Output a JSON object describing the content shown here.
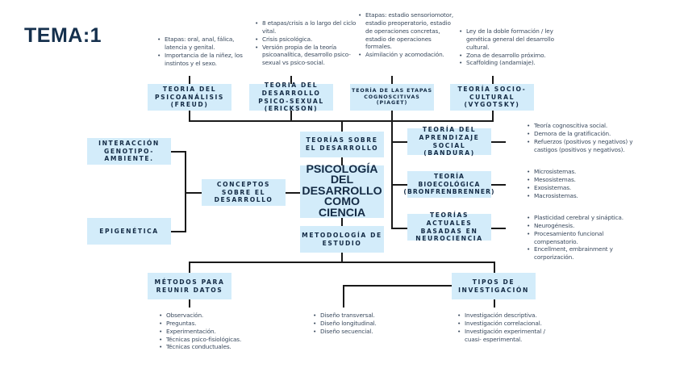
{
  "title": "TEMA:1",
  "center": {
    "main": "PSICOLOGÍA DEL DESARROLLO COMO CIENCIA",
    "theories": "TEORÍAS SOBRE EL DESARROLLO",
    "methodology": "METODOLOGÍA DE ESTUDIO",
    "concepts": "CONCEPTOS SOBRE EL DESARROLLO"
  },
  "concepts": [
    {
      "label": "INTERACCIÓN GENOTIPO-AMBIENTE."
    },
    {
      "label": "EPIGENÉTICA"
    }
  ],
  "top_theories": [
    {
      "label": "TEORIA DEL PSICOANÁLISIS (FREUD)",
      "notes": [
        "Etapas: oral, anal, fálica, latencia y genital.",
        "Importancia de la niñez, los instintos y el sexo."
      ]
    },
    {
      "label": "TEORIA DEL DESARROLLO PSICO-SEXUAL (ERICKSON)",
      "notes": [
        "8 etapas/crisis a lo largo del ciclo vital.",
        "Crisis psicológica.",
        "Versión propia de la teoría psicoanalítica, desarrollo psico-sexual vs psico-social."
      ]
    },
    {
      "label": "TEORÍA DE LAS ETAPAS COGNOSCITIVAS (PIAGET)",
      "notes": [
        "Etapas: estadio sensoriomotor, estadio preoperatorio, estadio de operaciones concretas, estadio de operaciones formales.",
        "Asimilación y acomodación."
      ]
    },
    {
      "label": "TEORÍA SOCIO-CULTURAL (VYGOTSKY)",
      "notes": [
        "Ley de la doble formación / ley genética general del desarrollo cultural.",
        "Zona de desarrollo próximo.",
        "Scaffolding (andamiaje)."
      ]
    }
  ],
  "side_theories": [
    {
      "label": "TEORÍA DEL APRENDIZAJE SOCIAL (BANDURA)",
      "notes": [
        "Teoría cognoscitiva social.",
        "Demora de la gratificación.",
        "Refuerzos (positivos y negativos) y castigos (positivos y negativos)."
      ]
    },
    {
      "label": "TEORÍA BIOECOLÓGICA (BRONFRENBRENNER)",
      "notes": [
        "Microsistemas.",
        "Mesosistemas.",
        "Exosistemas.",
        "Macrosistemas."
      ]
    },
    {
      "label": "TEORÍAS ACTUALES BASADAS EN NEUROCIENCIA",
      "notes": [
        "Plasticidad cerebral y sináptica.",
        "Neurogénesis.",
        "Procesamiento funcional compensatorio.",
        "Encellment, embrainment y corporización."
      ]
    }
  ],
  "methods": {
    "label": "MÉTODOS PARA REUNIR DATOS",
    "notes": [
      "Observación.",
      "Preguntas.",
      "Experimentación.",
      "Técnicas psico-fisiológicas.",
      "Técnicas conductuales."
    ]
  },
  "research_types": {
    "label": "TIPOS DE INVESTIGACIÓN",
    "notes": [
      "Investigación descriptiva.",
      "Investigación correlacional.",
      "Investigación experimental / cuasi- esperimental."
    ],
    "designs": [
      "Diseño transversal.",
      "Diseño longitudinal.",
      "Diseño secuencial."
    ]
  },
  "colors": {
    "box_fill": "#d3ecfa",
    "box_text": "#142b45",
    "title": "#15304d",
    "line": "#1a1a1a",
    "note_text": "#3a4a5e"
  }
}
